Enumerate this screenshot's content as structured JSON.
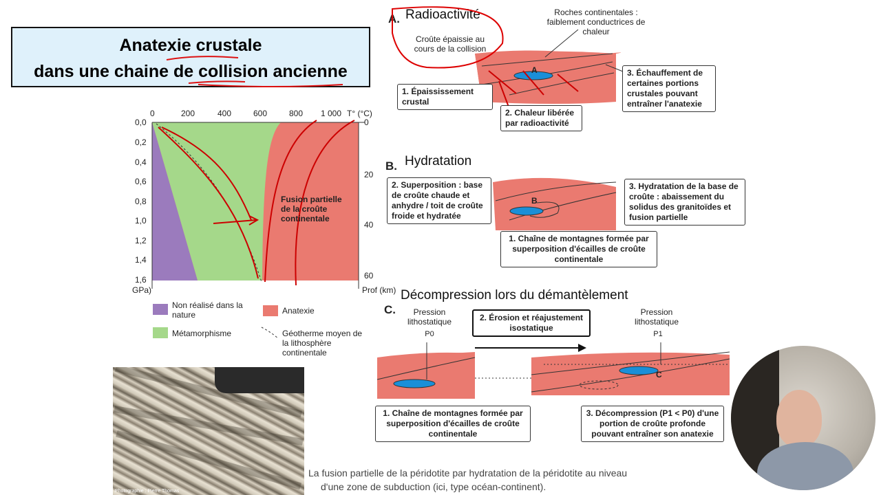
{
  "title": {
    "line1": "Anatexie crustale",
    "line2": "dans une chaine de collision ancienne"
  },
  "diagram": {
    "temp_axis_ticks": [
      "0",
      "200",
      "400",
      "600",
      "800",
      "1 000"
    ],
    "temp_axis_label": "T° (°C)",
    "pressure_ticks": [
      "0,0",
      "0,2",
      "0,4",
      "0,6",
      "0,8",
      "1,0",
      "1,2",
      "1,4",
      "1,6"
    ],
    "pressure_unit": "GPa)",
    "depth_ticks": [
      "0",
      "20",
      "40",
      "60"
    ],
    "depth_label": "Prof (km)",
    "zone_label": "Fusion partielle de la croûte continentale",
    "legend": {
      "non_realise": "Non réalisé dans la nature",
      "metamorphisme": "Métamorphisme",
      "anatexie": "Anatexie",
      "geotherme": "Géotherme moyen de la lithosphère continentale"
    },
    "colors": {
      "violet": "#9b7bbd",
      "green": "#a5d88a",
      "red": "#ea7a70"
    }
  },
  "sectionA": {
    "letter": "A.",
    "handwritten": "Radioactivité",
    "crust_label": "Croûte épaissie au cours de la collision",
    "rocks_label": "Roches continentales : faiblement conductrices de chaleur",
    "point": "A",
    "box1": "1. Épaississement crustal",
    "box2": "2. Chaleur libérée par radioactivité",
    "box3": "3. Échauffement de certaines portions crustales pouvant entraîner l'anatexie"
  },
  "sectionB": {
    "letter": "B.",
    "handwritten": "Hydratation",
    "point": "B",
    "box2": "2. Superposition : base de croûte chaude et anhydre / toit de croûte froide et hydratée",
    "box3": "3. Hydratation de la base de croûte : abaissement du solidus des granitoïdes et fusion partielle",
    "box1": "1. Chaîne de montagnes formée par superposition d'écailles de croûte continentale"
  },
  "sectionC": {
    "letter": "C.",
    "handwritten": "Décompression lors du démantèlement",
    "pressure_left": "Pression lithostatique",
    "p0": "P0",
    "arrow_box": "2. Érosion et réajustement isostatique",
    "pressure_right": "Pression lithostatique",
    "p1": "P1",
    "point": "C",
    "box1": "1. Chaîne de montagnes formée par superposition d'écailles de croûte continentale",
    "box3": "3. Décompression (P1 < P0) d'une portion de croûte profonde pouvant entraîner son anatexie"
  },
  "photo_credit": "Photographie : Pierre Thomas",
  "caption": {
    "line1": "La fusion partielle de la péridotite par hydratation de la péridotite au niveau",
    "line2": "d'une zone de subduction (ici, type océan-continent)."
  }
}
